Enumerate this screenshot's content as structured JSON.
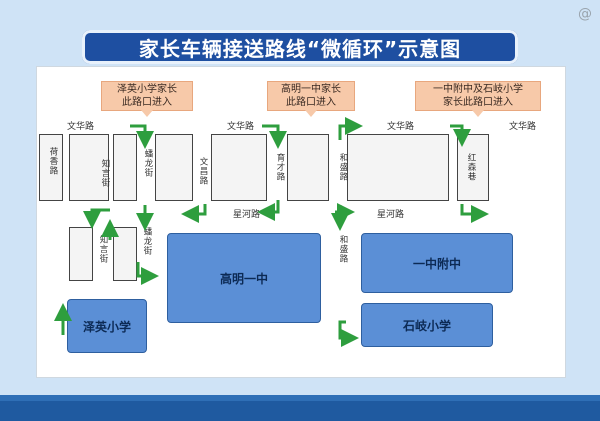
{
  "title": "家长车辆接送路线“微循环”示意图",
  "watermark": "@",
  "callouts": {
    "zeying": "泽英小学家长\n此路口进入",
    "gaoming": "高明一中家长\n此路口进入",
    "fuzhong": "一中附中及石岐小学\n家长此路口进入"
  },
  "streets": {
    "wenhua_1": "文华路",
    "wenhua_2": "文华路",
    "wenhua_3": "文华路",
    "wenhua_4": "文华路",
    "xinghe_1": "星河路",
    "xinghe_2": "星河路",
    "hexiang": "荷香路",
    "zhiyan_1": "知言街",
    "zhiyan_2": "知言街",
    "manlong_1": "蟠龙街",
    "manlong_2": "蟠龙街",
    "wenchang": "文昌路",
    "yucai": "育才路",
    "hesheng_1": "和盛路",
    "hesheng_2": "和盛路",
    "hongsen": "红森巷"
  },
  "schools": {
    "gaoming": "高明一中",
    "fuzhong": "一中附中",
    "shiqi": "石岐小学",
    "zeying": "泽英小学"
  },
  "colors": {
    "title_bg": "#1e4fa1",
    "school_fill": "#5b8fd6",
    "callout_fill": "#f7c9a9",
    "arrow_green": "#2e9e3e"
  }
}
